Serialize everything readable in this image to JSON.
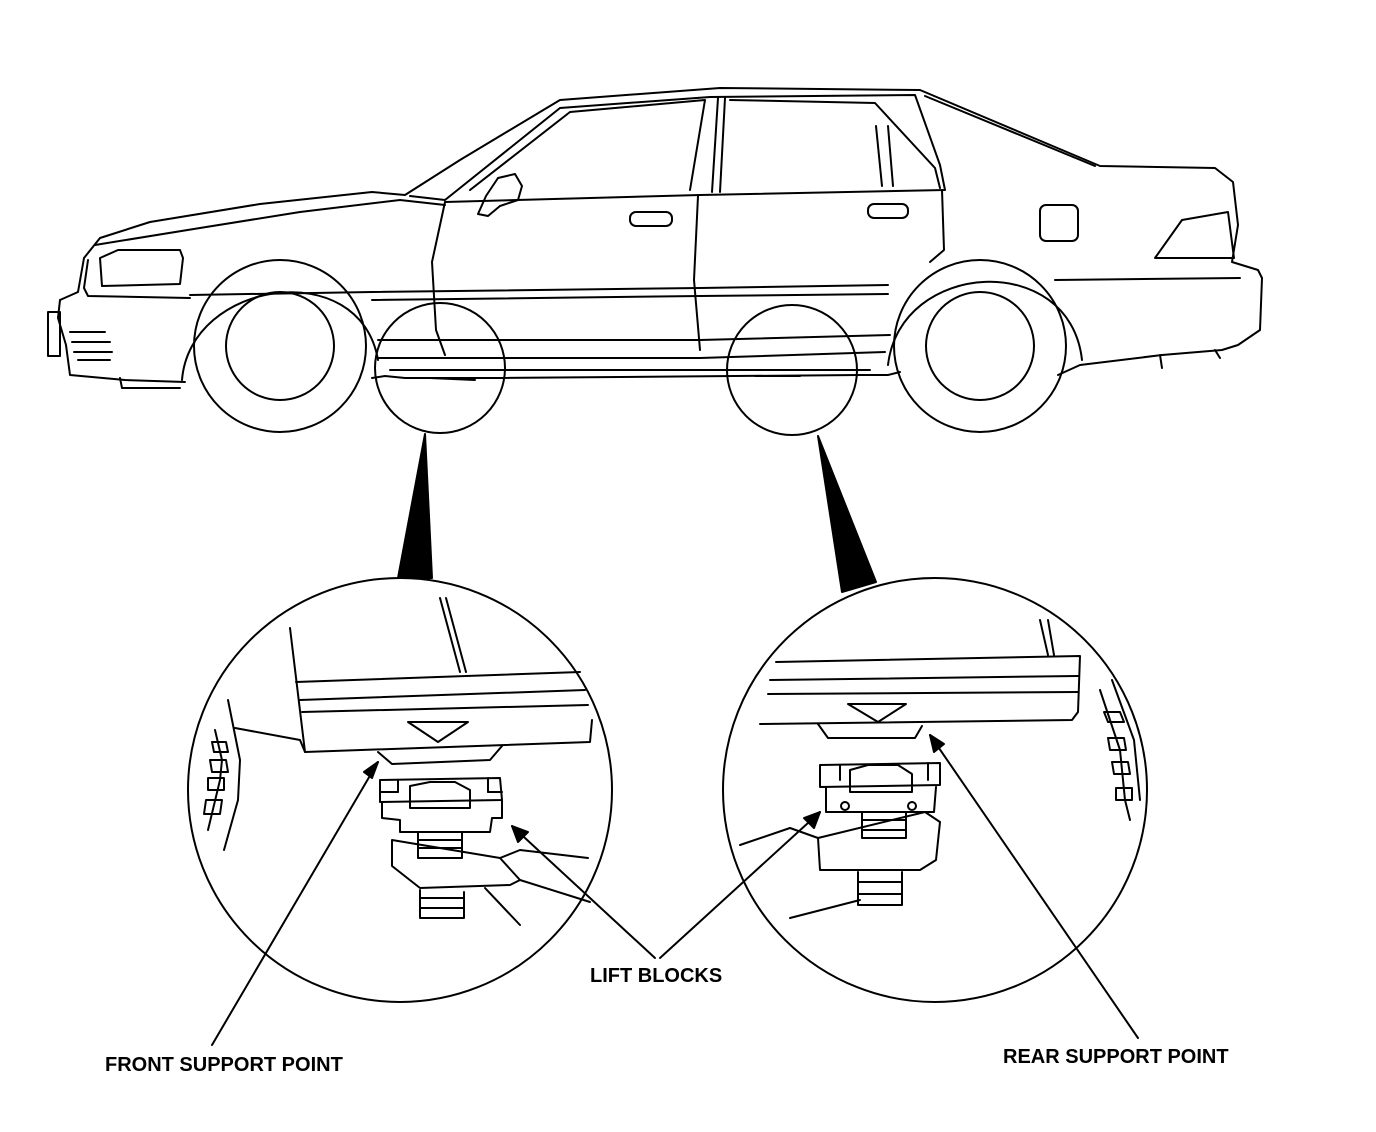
{
  "labels": {
    "front_support_point": "FRONT SUPPORT POINT",
    "lift_blocks": "LIFT BLOCKS",
    "rear_support_point": "REAR SUPPORT POINT"
  },
  "colors": {
    "line": "#000000",
    "background": "#ffffff"
  }
}
